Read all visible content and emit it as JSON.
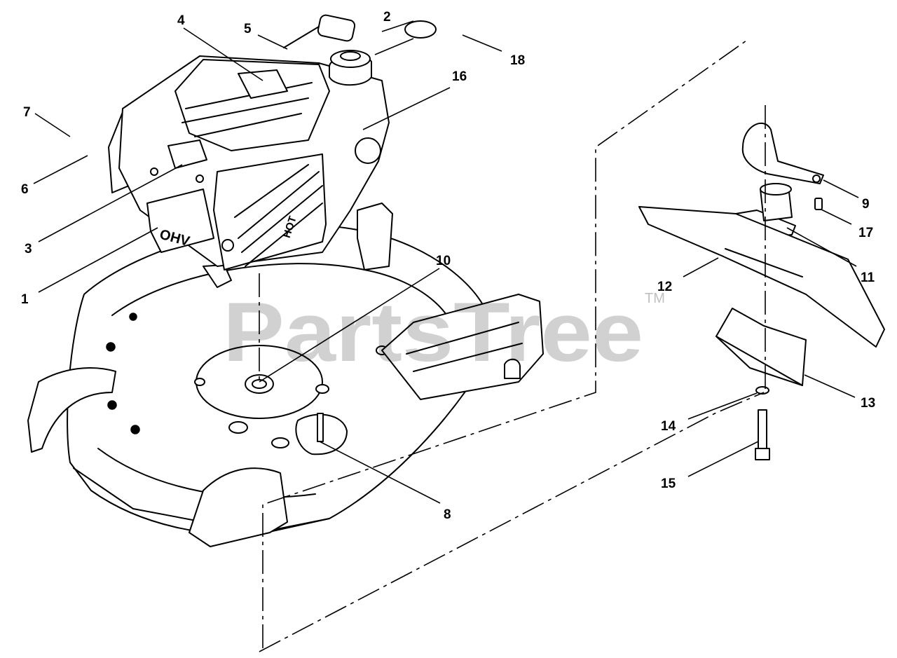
{
  "watermark": {
    "text": "PartsTree",
    "trademark": "TM"
  },
  "stamps": {
    "engine_side": "OHV",
    "muffler_guard": "HOT"
  },
  "callouts": [
    {
      "number": "1"
    },
    {
      "number": "2"
    },
    {
      "number": "3"
    },
    {
      "number": "4"
    },
    {
      "number": "5"
    },
    {
      "number": "6"
    },
    {
      "number": "7"
    },
    {
      "number": "8"
    },
    {
      "number": "9"
    },
    {
      "number": "10"
    },
    {
      "number": "11"
    },
    {
      "number": "12"
    },
    {
      "number": "13"
    },
    {
      "number": "14"
    },
    {
      "number": "15"
    },
    {
      "number": "16"
    },
    {
      "number": "17"
    },
    {
      "number": "18"
    }
  ]
}
